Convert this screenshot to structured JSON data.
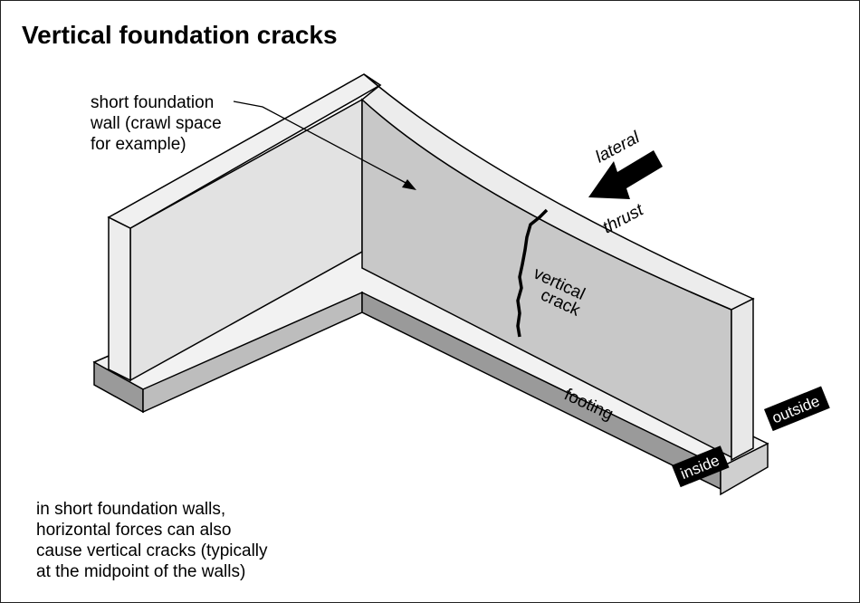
{
  "title": "Vertical foundation cracks",
  "labels": {
    "wall_line1": "short foundation",
    "wall_line2": "wall (crawl space",
    "wall_line3": "for example)",
    "lateral": "lateral",
    "thrust": "thrust",
    "crack_line1": "vertical",
    "crack_line2": "crack",
    "footing": "footing",
    "inside": "inside",
    "outside": "outside"
  },
  "note": {
    "line1": "in short foundation walls,",
    "line2": "horizontal forces can also",
    "line3": "cause vertical cracks (typically",
    "line4": "at the midpoint of the walls)"
  },
  "colors": {
    "wall_face": "#c8c8c8",
    "wall_top": "#e6e6e6",
    "footing_side": "#9a9a9a",
    "outline": "#000000",
    "tag_bg": "#000000"
  }
}
